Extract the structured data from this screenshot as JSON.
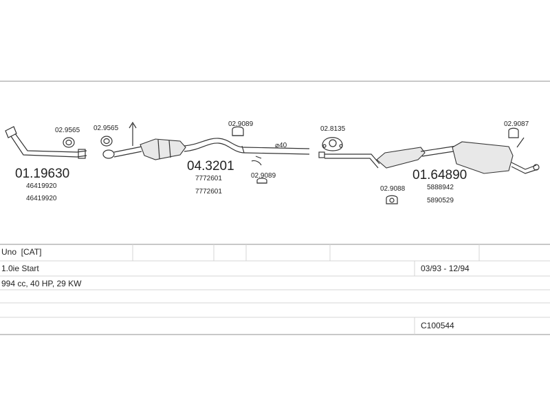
{
  "parts": {
    "front_pipe": {
      "number": "01.19630",
      "refs": [
        "46419920",
        "46419920"
      ]
    },
    "catalyst": {
      "number": "04.3201",
      "refs": [
        "7772601",
        "7772601"
      ]
    },
    "rear_silencer": {
      "number": "01.64890",
      "refs": [
        "5888942",
        "5890529"
      ]
    },
    "gasket_1": "02.9565",
    "gasket_2": "02.9565",
    "clamp_upper": "02.9089",
    "clamp_lower": "02.9089",
    "flange_seal": "02.8135",
    "hanger_1": "02.9088",
    "hanger_2": "02.9087",
    "pipe_diameter": "⌀40"
  },
  "vehicle": {
    "model": "Uno  [CAT]",
    "engine": "1.0ie Start",
    "years": "03/93 - 12/94",
    "spec": "994 cc, 40 HP, 29 KW",
    "code": "C100544"
  }
}
